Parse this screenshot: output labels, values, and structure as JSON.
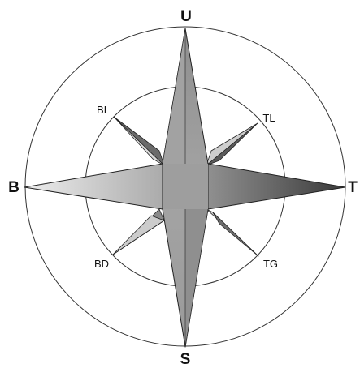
{
  "labels": {
    "north": "U",
    "south": "S",
    "east": "T",
    "west": "B",
    "northeast": "TL",
    "northwest": "BL",
    "southeast": "TG",
    "southwest": "BD"
  },
  "colors": {
    "stroke": "#222222",
    "ring": "#333333",
    "label": "#111111",
    "fill_light": "#e6e6e6",
    "fill_mid": "#9a9a9a",
    "fill_dark": "#3c3c3c"
  }
}
